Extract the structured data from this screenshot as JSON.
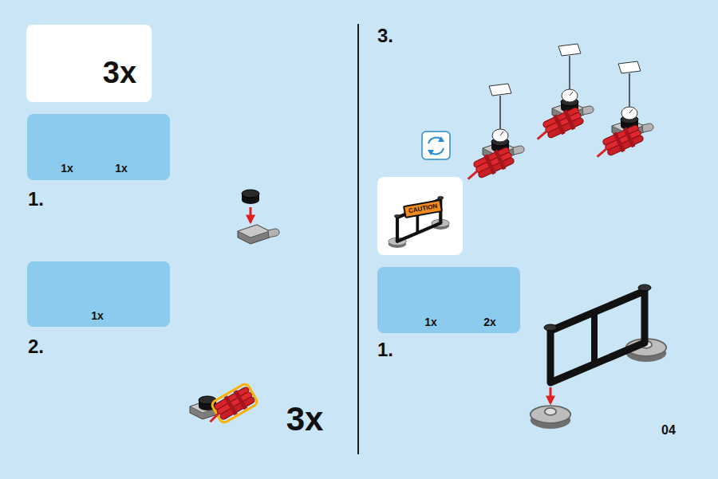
{
  "diagram": {
    "nodes": [
      {
        "text": [
          "3x"
        ]
      },
      {
        "text": [
          "1x",
          "1x"
        ]
      },
      {
        "text": [
          "1x"
        ]
      },
      {
        "text": [
          "CAUTION"
        ]
      },
      {
        "text": [
          "1x",
          "2x"
        ]
      }
    ],
    "labels": [
      "1.",
      "2.",
      "3x",
      "3.",
      "1.",
      "04"
    ]
  }
}
